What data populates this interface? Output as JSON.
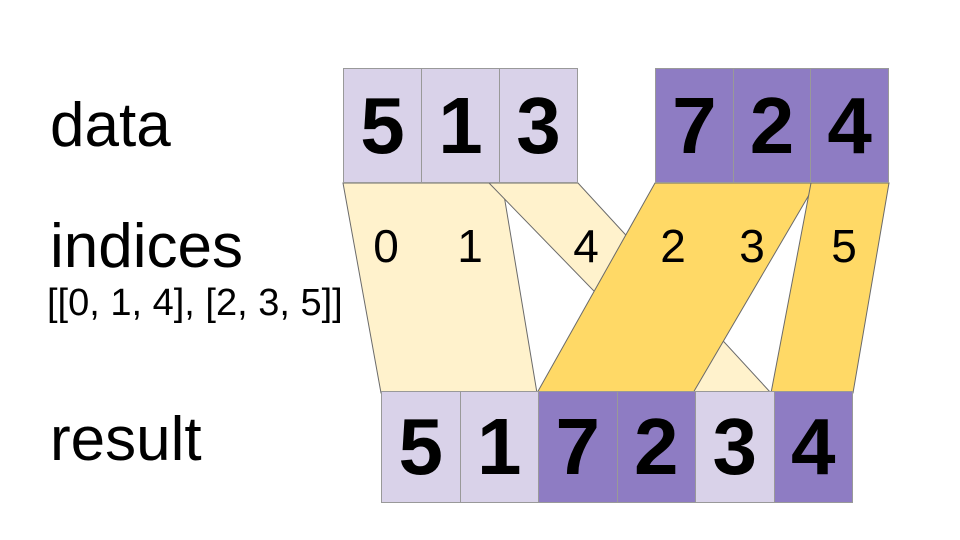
{
  "labels": {
    "data": "data",
    "indices": "indices",
    "indices_value": "[[0, 1, 4], [2, 3, 5]]",
    "result": "result"
  },
  "colors": {
    "light_purple": "#D9D2E9",
    "dark_purple": "#8E7CC3",
    "light_yellow": "#FFF2CC",
    "dark_yellow": "#FFD966",
    "cell_border": "#999999",
    "ribbon_outline": "#6A6A6A",
    "text": "#000000",
    "background": "#FFFFFF"
  },
  "data_row": {
    "groups": [
      {
        "values": [
          "5",
          "1",
          "3"
        ],
        "color": "#D9D2E9"
      },
      {
        "values": [
          "7",
          "2",
          "4"
        ],
        "color": "#8E7CC3"
      }
    ]
  },
  "indices_row": {
    "values": [
      "0",
      "1",
      "4",
      "2",
      "3",
      "5"
    ]
  },
  "result_row": {
    "cells": [
      {
        "value": "5",
        "color": "#D9D2E9"
      },
      {
        "value": "1",
        "color": "#D9D2E9"
      },
      {
        "value": "7",
        "color": "#8E7CC3"
      },
      {
        "value": "2",
        "color": "#8E7CC3"
      },
      {
        "value": "3",
        "color": "#D9D2E9"
      },
      {
        "value": "4",
        "color": "#8E7CC3"
      }
    ]
  }
}
